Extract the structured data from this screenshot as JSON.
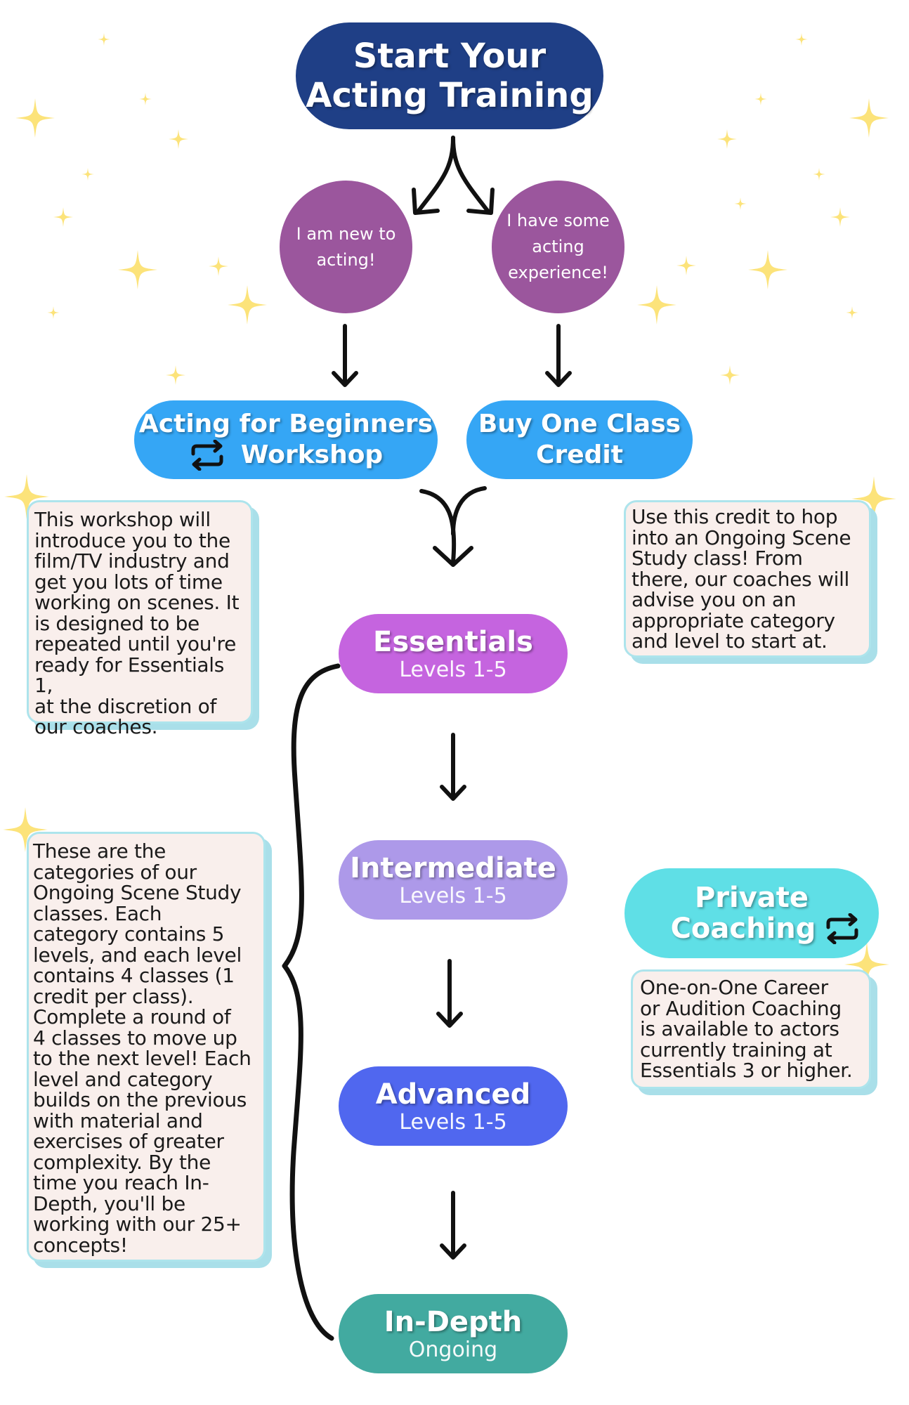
{
  "colors": {
    "navy": "#1f3f86",
    "purple_circle": "#9b569d",
    "blue_pill": "#35a6f5",
    "essentials": "#c564df",
    "intermediate": "#ad99e9",
    "advanced": "#5067ef",
    "in_depth": "#42aaa0",
    "private": "#5fdfe6",
    "star": "#fce37a",
    "note_bg": "#f9efec",
    "note_shadow": "#a9dfe9"
  },
  "header": {
    "title_line1": "Start Your",
    "title_line2": "Acting Training"
  },
  "choices": {
    "new": {
      "line1": "I am new to",
      "line2": "acting!"
    },
    "experienced": {
      "line1": "I have some",
      "line2": "acting",
      "line3": "experience!"
    }
  },
  "entry": {
    "workshop": {
      "line1": "Acting for Beginners",
      "line2": "Workshop",
      "icon": "repeat-icon"
    },
    "credit": {
      "line1": "Buy One Class",
      "line2": "Credit"
    }
  },
  "notes": {
    "workshop": [
      "This workshop will",
      "introduce you to the",
      "film/TV industry and",
      "get you lots of time",
      "working on scenes. It",
      "is designed to be",
      "repeated until you're",
      "ready for Essentials 1,",
      "at the discretion of",
      "our coaches."
    ],
    "credit": [
      "Use this credit to hop",
      "into an Ongoing Scene",
      "Study class! From",
      "there, our coaches will",
      "advise you on an",
      "appropriate category",
      "and level to start at."
    ],
    "categories": [
      "These are the",
      "categories of our",
      "Ongoing Scene Study",
      "classes. Each",
      "category contains 5",
      "levels, and each level",
      "contains 4 classes (1",
      "credit per class).",
      "Complete a round of",
      "4 classes to move up",
      "to the next level! Each",
      "level and category",
      "builds on the previous",
      "with material and",
      "exercises of greater",
      "complexity. By the",
      "time you reach In-",
      "Depth, you'll be",
      "working with our 25+",
      "concepts!"
    ],
    "private": [
      "One-on-One Career",
      "or Audition Coaching",
      "is available to actors",
      "currently training at",
      "Essentials 3 or higher."
    ]
  },
  "levels": [
    {
      "title": "Essentials",
      "sub": "Levels 1-5"
    },
    {
      "title": "Intermediate",
      "sub": "Levels 1-5"
    },
    {
      "title": "Advanced",
      "sub": "Levels 1-5"
    },
    {
      "title": "In-Depth",
      "sub": "Ongoing"
    }
  ],
  "private": {
    "line1": "Private",
    "line2": "Coaching",
    "icon": "repeat-icon"
  }
}
